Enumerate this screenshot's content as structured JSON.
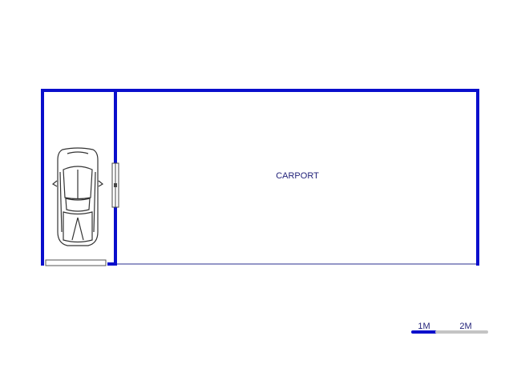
{
  "plan": {
    "rooms": [
      {
        "label": "CARPORT"
      }
    ],
    "colors": {
      "wall": "#0a0fcc",
      "thin_line": "#2a2f8f",
      "label": "#23237a",
      "car_stroke": "#333333",
      "scale_dark": "#0a0fcc",
      "scale_light": "#c4c4c4"
    },
    "icons": {
      "vehicle": "car-icon",
      "door": "door-icon"
    }
  },
  "scale_bar": {
    "tick_1": "1M",
    "tick_2": "2M"
  }
}
